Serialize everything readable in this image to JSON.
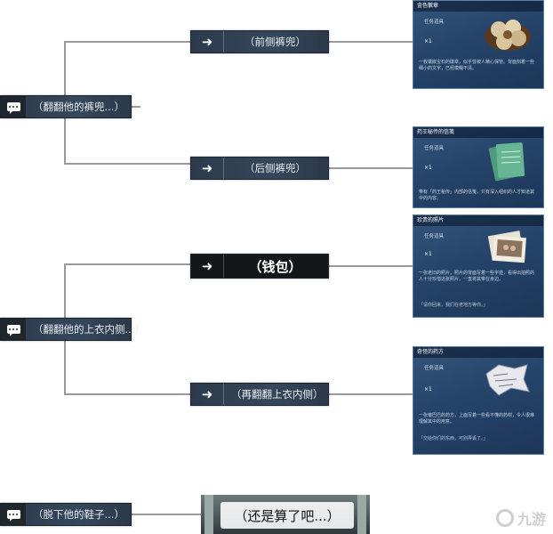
{
  "options": {
    "root_1": "（翻翻他的裤兜...）",
    "root_2": "（翻翻他的上衣内侧...）",
    "root_3": "（脱下他的鞋子...）",
    "branch_front": "（前侧裤兜）",
    "branch_back": "（后侧裤兜）",
    "branch_wallet": "（钱包）",
    "branch_again": "（再翻翻上衣内侧）",
    "final": "（还是算了吧...）"
  },
  "cards": [
    {
      "title": "金色徽章",
      "type": "任务道具",
      "qty": "×1",
      "desc": "一枚镶嵌宝石的徽章，似乎曾被人精心保管。背面刻着一些细小的文字，已经模糊不清。",
      "note": ""
    },
    {
      "title": "药王秘传的信笺",
      "type": "任务道具",
      "qty": "×1",
      "desc": "带有「药王秘传」内部的信笺，只有深入组织的人才知道其中的内容。",
      "note": ""
    },
    {
      "title": "珍贵的照片",
      "type": "任务道具",
      "qty": "×1",
      "desc": "一张老旧的照片，照片的背面写着一些字迹，看得出拍照的人十分珍惜这张照片，一直将其带在身边。",
      "note": "「请你回来，我们在老地方等你。」"
    },
    {
      "title": "奇怪的药方",
      "type": "任务道具",
      "qty": "×1",
      "desc": "一张皱巴巴的药方，上面写着一些看不懂的药材，令人很难理解其中的用意。",
      "note": "「交给你们的东西，可别弄丢了。」"
    }
  ],
  "watermark": "九游"
}
